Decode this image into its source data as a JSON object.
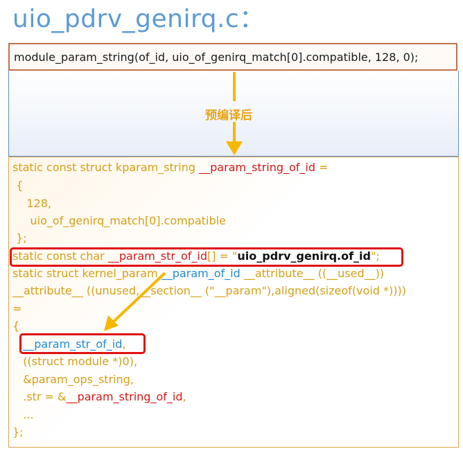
{
  "title": "uio_pdrv_genirq.c：",
  "source_line": "module_param_string(of_id, uio_of_genirq_match[0].compatible, 128, 0);",
  "arrow_label": "预编译后",
  "code": {
    "l1a": "static const struct kparam_string ",
    "l1b": "__param_string_of_id",
    "l1c": " =",
    "l2": " {",
    "l3": "    128,",
    "l4": "     uio_of_genirq_match[0].compatible",
    "l5": " };",
    "l6a": "static const char ",
    "l6b": "__param_str_of_id",
    "l6c": "[] = \"",
    "l6d": "uio_pdrv_genirq.of_id",
    "l6e": "\";",
    "l7a": "static struct kernel_param ",
    "l7b": "__param_of_id",
    "l7c": " __attribute__ ((__used__))",
    "l8": "__attribute__ ((unused,__section__ (\"__param\"),aligned(sizeof(void *))))",
    "l9": "=",
    "l10": "{",
    "l11a": "   ",
    "l11b": "__param_str_of_id",
    "l11c": ",",
    "l12": "   ((struct module *)0),",
    "l13": "   &param_ops_string,",
    "l14a": "   .str = &",
    "l14b": "__param_string_of_id",
    "l14c": ",",
    "l15": "   ...",
    "l16": "};"
  },
  "colors": {
    "title": "#5b9bd5",
    "keyword": "#d4a017",
    "identifier_red": "#d01818",
    "identifier_blue": "#1f8ad6",
    "highlight_box": "#e01010",
    "arrow": "#f5b800"
  }
}
